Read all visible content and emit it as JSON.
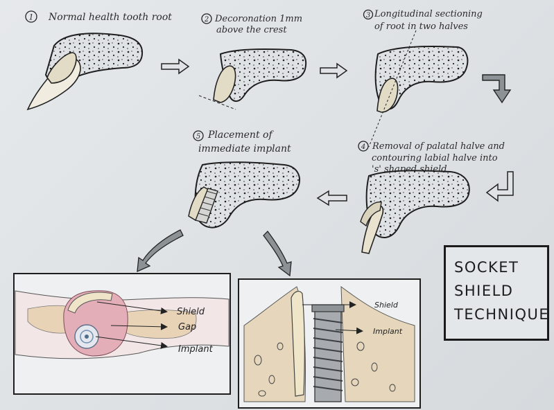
{
  "steps": [
    {
      "num": "1",
      "line1": "Normal health tooth root",
      "line2": ""
    },
    {
      "num": "2",
      "line1": "Decoronation 1mm",
      "line2": "above the crest"
    },
    {
      "num": "3",
      "line1": "Longitudinal sectioning",
      "line2": "of root in two halves"
    },
    {
      "num": "4",
      "line1": "Removal of palatal halve and",
      "line2": "contouring labial halve into",
      "line3": "'s' shaped shield"
    },
    {
      "num": "5",
      "line1": "Placement of",
      "line2": "immediate implant"
    }
  ],
  "cross_section": {
    "shield": "Shield",
    "gap": "Gap",
    "implant": "Implant"
  },
  "side_view": {
    "shield": "Shield",
    "implant": "Implant"
  },
  "title_box": [
    "SOCKET",
    "SHIELD",
    "TECHNIQUE"
  ],
  "colors": {
    "ink": "#222222",
    "bone": "#d9dcde",
    "root": "#e9e3d2",
    "gum_pink": "#e3b5bd",
    "gap_pink": "#c9879a",
    "bone_tan": "#e5d5b8",
    "implant_grey": "#8d9296"
  }
}
